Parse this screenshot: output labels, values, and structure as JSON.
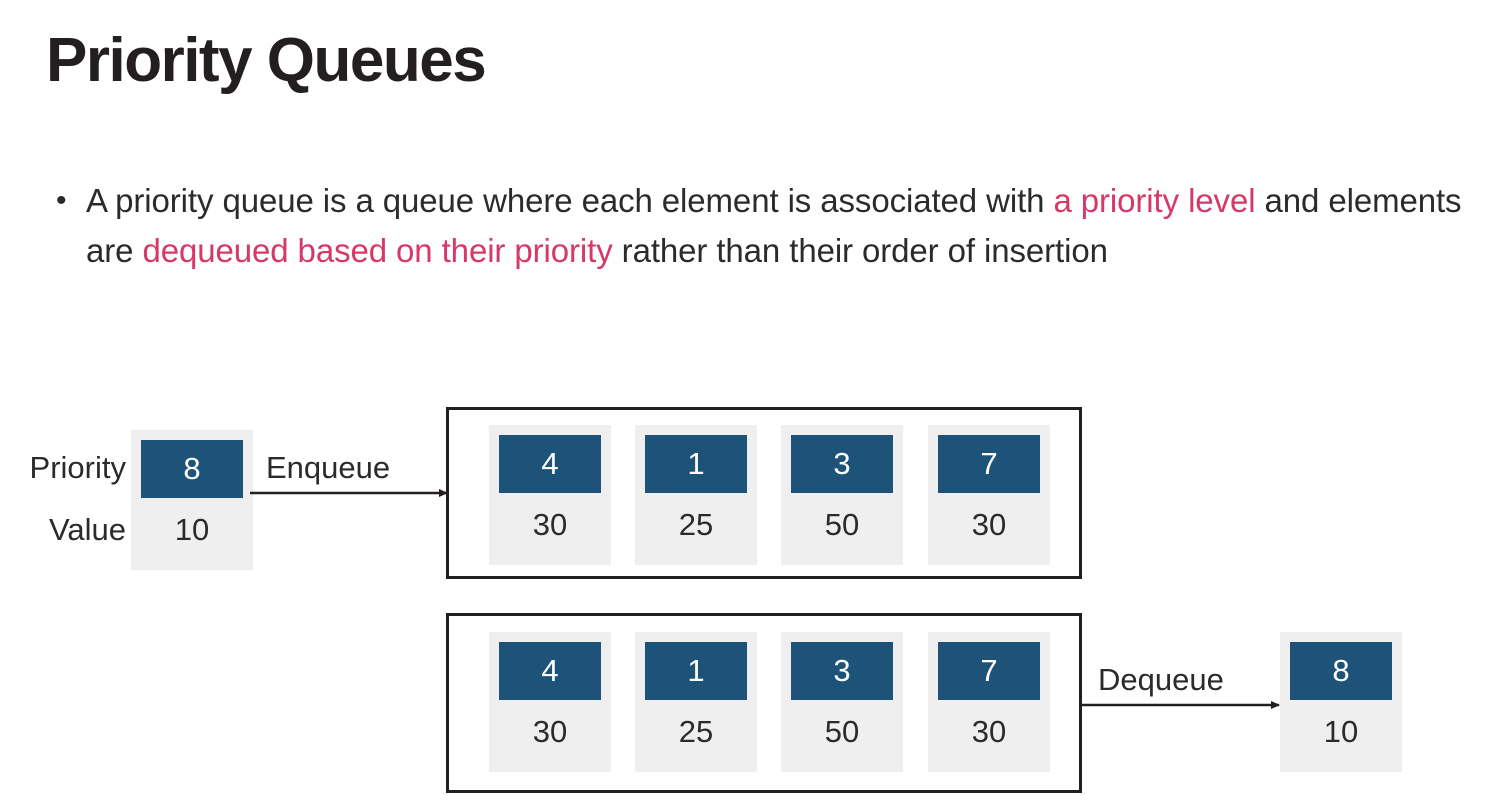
{
  "slide": {
    "title": "Priority Queues",
    "background_color": "#ffffff",
    "accent_color": "#d63868",
    "node_fill_color": "#1d5378",
    "node_bg_color": "#efefef",
    "text_color": "#2b2b2b"
  },
  "bullet": {
    "marker": "•",
    "segments": [
      {
        "text": "A priority queue is a queue where each element is associated with ",
        "highlight": false
      },
      {
        "text": "a priority level",
        "highlight": true
      },
      {
        "text": " and elements are ",
        "highlight": false
      },
      {
        "text": "dequeued based on their priority",
        "highlight": true
      },
      {
        "text": " rather than their order of insertion",
        "highlight": false
      }
    ],
    "full_text": "A priority queue is a queue where each element is associated with a priority level and elements are dequeued based on their priority rather than their order of insertion"
  },
  "diagram": {
    "labels": {
      "priority": "Priority",
      "value": "Value",
      "enqueue": "Enqueue",
      "dequeue": "Dequeue"
    },
    "incoming_node": {
      "priority": "8",
      "value": "10"
    },
    "outgoing_node": {
      "priority": "8",
      "value": "10"
    },
    "queue_top": [
      {
        "priority": "4",
        "value": "30"
      },
      {
        "priority": "1",
        "value": "25"
      },
      {
        "priority": "3",
        "value": "50"
      },
      {
        "priority": "7",
        "value": "30"
      }
    ],
    "queue_bottom": [
      {
        "priority": "4",
        "value": "30"
      },
      {
        "priority": "1",
        "value": "25"
      },
      {
        "priority": "3",
        "value": "50"
      },
      {
        "priority": "7",
        "value": "30"
      }
    ]
  }
}
